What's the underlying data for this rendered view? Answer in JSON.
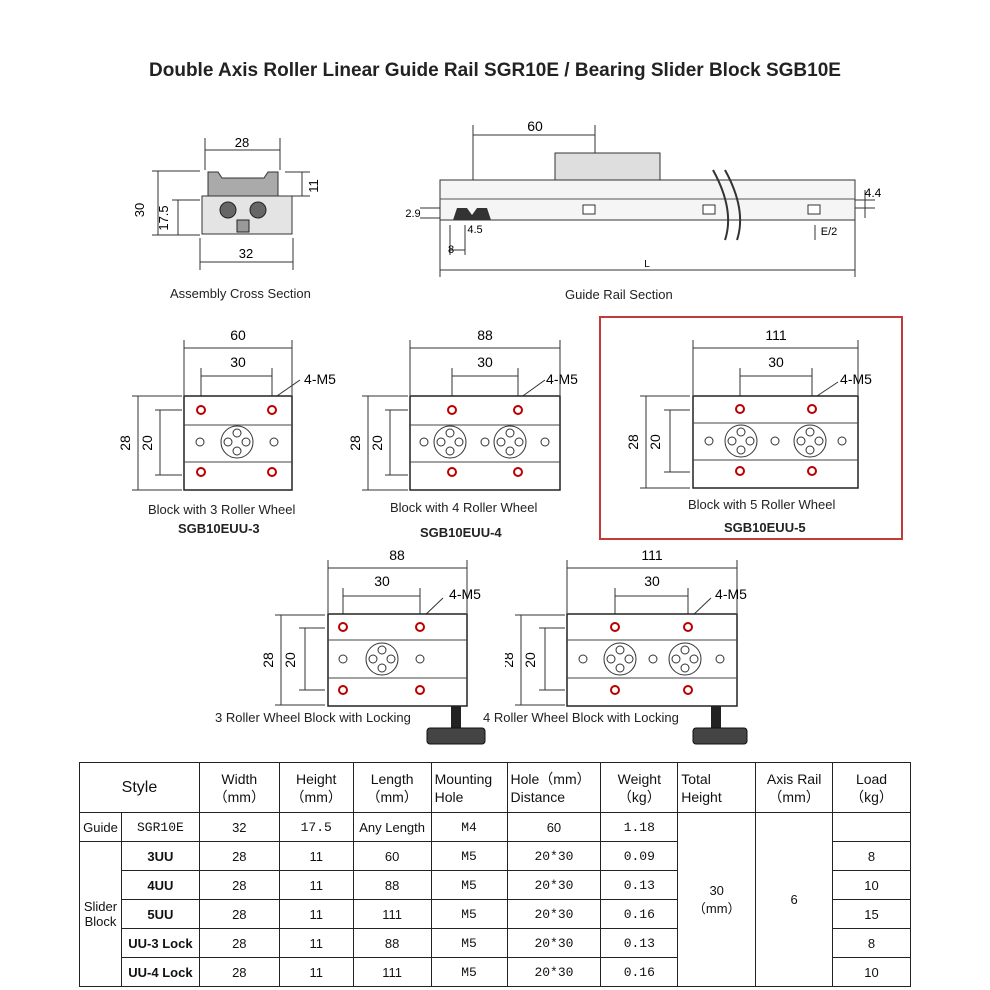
{
  "title": "Double Axis Roller Linear Guide Rail SGR10E / Bearing Slider Block SGB10E",
  "cross_section": {
    "label": "Assembly Cross Section",
    "dims": {
      "top": "28",
      "height": "30",
      "inner": "17.5",
      "right": "11",
      "bottom": "32"
    }
  },
  "rail_section": {
    "label": "Guide Rail Section",
    "dims": {
      "pitch": "60",
      "h1": "4.4",
      "h2": "2.9",
      "d1": "8",
      "d2": "4.5",
      "e": "E/2",
      "l": "L"
    }
  },
  "blocks": [
    {
      "caption1": "Block with 3 Roller Wheel",
      "caption2": "SGB10EUU-3",
      "w": "60",
      "hd": "30",
      "m": "4-M5",
      "h": "28",
      "hi": "20"
    },
    {
      "caption1": "Block with 4 Roller Wheel",
      "caption2": "SGB10EUU-4",
      "w": "88",
      "hd": "30",
      "m": "4-M5",
      "h": "28",
      "hi": "20"
    },
    {
      "caption1": "Block with 5 Roller Wheel",
      "caption2": "SGB10EUU-5",
      "w": "111",
      "hd": "30",
      "m": "4-M5",
      "h": "28",
      "hi": "20"
    },
    {
      "caption1": "3 Roller Wheel Block with Locking",
      "w": "88",
      "hd": "30",
      "m": "4-M5",
      "h": "28",
      "hi": "20"
    },
    {
      "caption1": "4 Roller Wheel Block with Locking",
      "w": "111",
      "hd": "30",
      "m": "4-M5",
      "h": "28",
      "hi": "20"
    }
  ],
  "table": {
    "headers": {
      "style": "Style",
      "width": [
        "Width",
        "（mm）"
      ],
      "height": [
        "Height",
        "（mm）"
      ],
      "length": [
        "Length",
        "（mm）"
      ],
      "mounting": [
        "Mounting",
        "Hole"
      ],
      "hole": [
        "Hole（mm）",
        "Distance"
      ],
      "weight": [
        "Weight",
        "（kg）"
      ],
      "total": [
        "Total",
        "Height"
      ],
      "axis": [
        "Axis Rail",
        "（mm）"
      ],
      "load": [
        "Load",
        "（kg）"
      ]
    },
    "guide": {
      "group": "Guide",
      "style": "SGR10E",
      "width": "32",
      "height": "17.5",
      "length": "Any Length",
      "mount": "M4",
      "hole": "60",
      "weight": "1.18"
    },
    "slider_group": [
      "Slider",
      "Block"
    ],
    "total_height": [
      "30",
      "（mm）"
    ],
    "axis_rail": "6",
    "rows": [
      {
        "style": "3UU",
        "width": "28",
        "height": "11",
        "length": "60",
        "mount": "M5",
        "hole": "20*30",
        "weight": "0.09",
        "load": "8"
      },
      {
        "style": "4UU",
        "width": "28",
        "height": "11",
        "length": "88",
        "mount": "M5",
        "hole": "20*30",
        "weight": "0.13",
        "load": "10"
      },
      {
        "style": "5UU",
        "width": "28",
        "height": "11",
        "length": "111",
        "mount": "M5",
        "hole": "20*30",
        "weight": "0.16",
        "load": "15"
      },
      {
        "style": "UU-3 Lock",
        "width": "28",
        "height": "11",
        "length": "88",
        "mount": "M5",
        "hole": "20*30",
        "weight": "0.13",
        "load": "8"
      },
      {
        "style": "UU-4 Lock",
        "width": "28",
        "height": "11",
        "length": "111",
        "mount": "M5",
        "hole": "20*30",
        "weight": "0.16",
        "load": "10"
      }
    ]
  }
}
